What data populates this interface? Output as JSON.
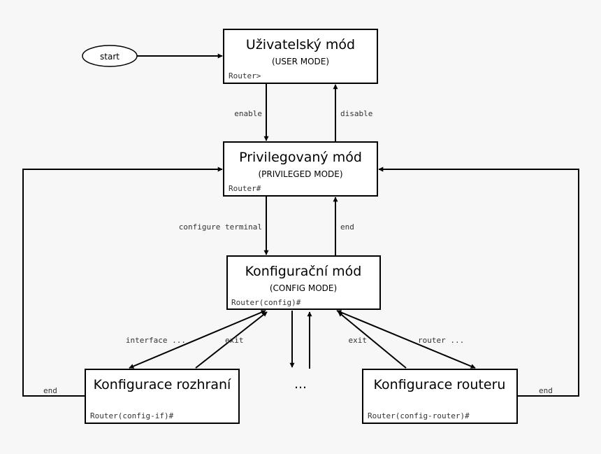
{
  "start_label": "start",
  "modes": {
    "user": {
      "title": "Uživatelský mód",
      "subtitle": "(USER MODE)",
      "prompt": "Router>"
    },
    "privileged": {
      "title": "Privilegovaný mód",
      "subtitle": "(PRIVILEGED MODE)",
      "prompt": "Router#"
    },
    "config": {
      "title": "Konfigurační mód",
      "subtitle": "(CONFIG MODE)",
      "prompt": "Router(config)#"
    },
    "interface": {
      "title": "Konfigurace rozhraní",
      "prompt": "Router(config-if)#"
    },
    "router": {
      "title": "Konfigurace routeru",
      "prompt": "Router(config-router)#"
    },
    "ellipsis": "..."
  },
  "commands": {
    "enable": "enable",
    "disable": "disable",
    "configure_terminal": "configure terminal",
    "end_config": "end",
    "interface": "interface ...",
    "exit_interface": "exit",
    "exit_router": "exit",
    "router": "router ...",
    "end_left": "end",
    "end_right": "end"
  }
}
